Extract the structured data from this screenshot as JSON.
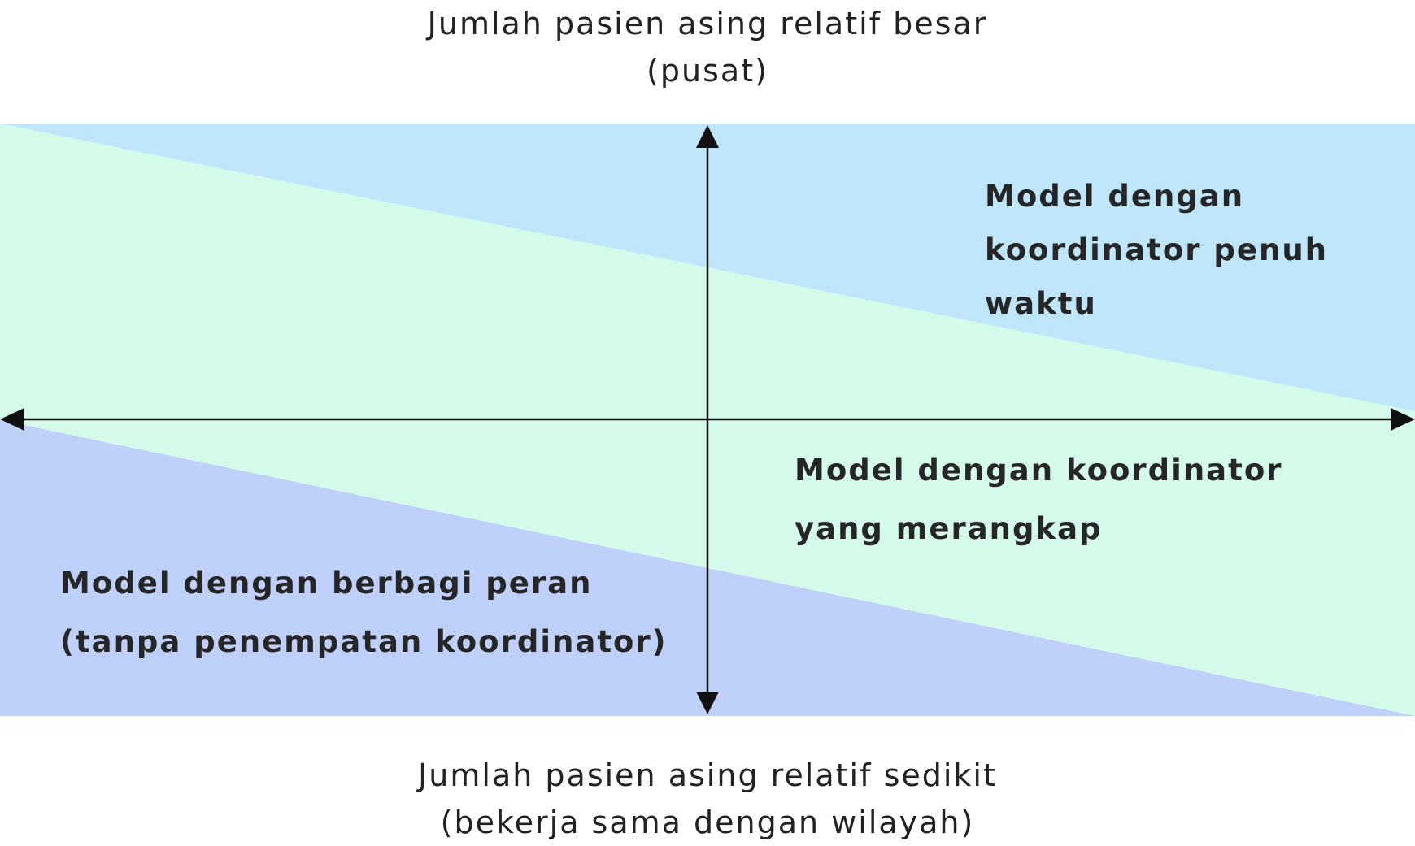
{
  "top_label": {
    "line1": "Jumlah pasien asing relatif besar",
    "line2": "(pusat)"
  },
  "bottom_label": {
    "line1": "Jumlah pasien asing relatif sedikit",
    "line2": "(bekerja sama dengan wilayah)"
  },
  "regions": {
    "fulltime": {
      "line1": "Model dengan",
      "line2": "koordinator penuh",
      "line3": "waktu",
      "color": "#bfe6fb"
    },
    "parttime": {
      "line1": "Model dengan koordinator",
      "line2": "yang merangkap",
      "color": "#d4fbea"
    },
    "shared": {
      "line1": "Model dengan berbagi peran",
      "line2": "(tanpa penempatan koordinator)",
      "color": "#bfd1fb"
    }
  },
  "colors": {
    "axis": "#111111",
    "text": "#222222"
  }
}
